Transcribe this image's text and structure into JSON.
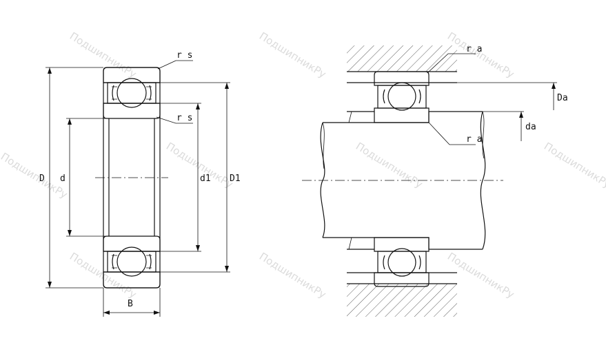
{
  "watermark": "ПодшипникРу",
  "labels": {
    "D": "D",
    "d": "d",
    "d1": "d1",
    "D1": "D1",
    "B": "B",
    "rs_top": "r s",
    "rs_inner": "r s",
    "ra_top": "r a",
    "ra_mid": "r a",
    "Da": "Da",
    "da": "da"
  }
}
